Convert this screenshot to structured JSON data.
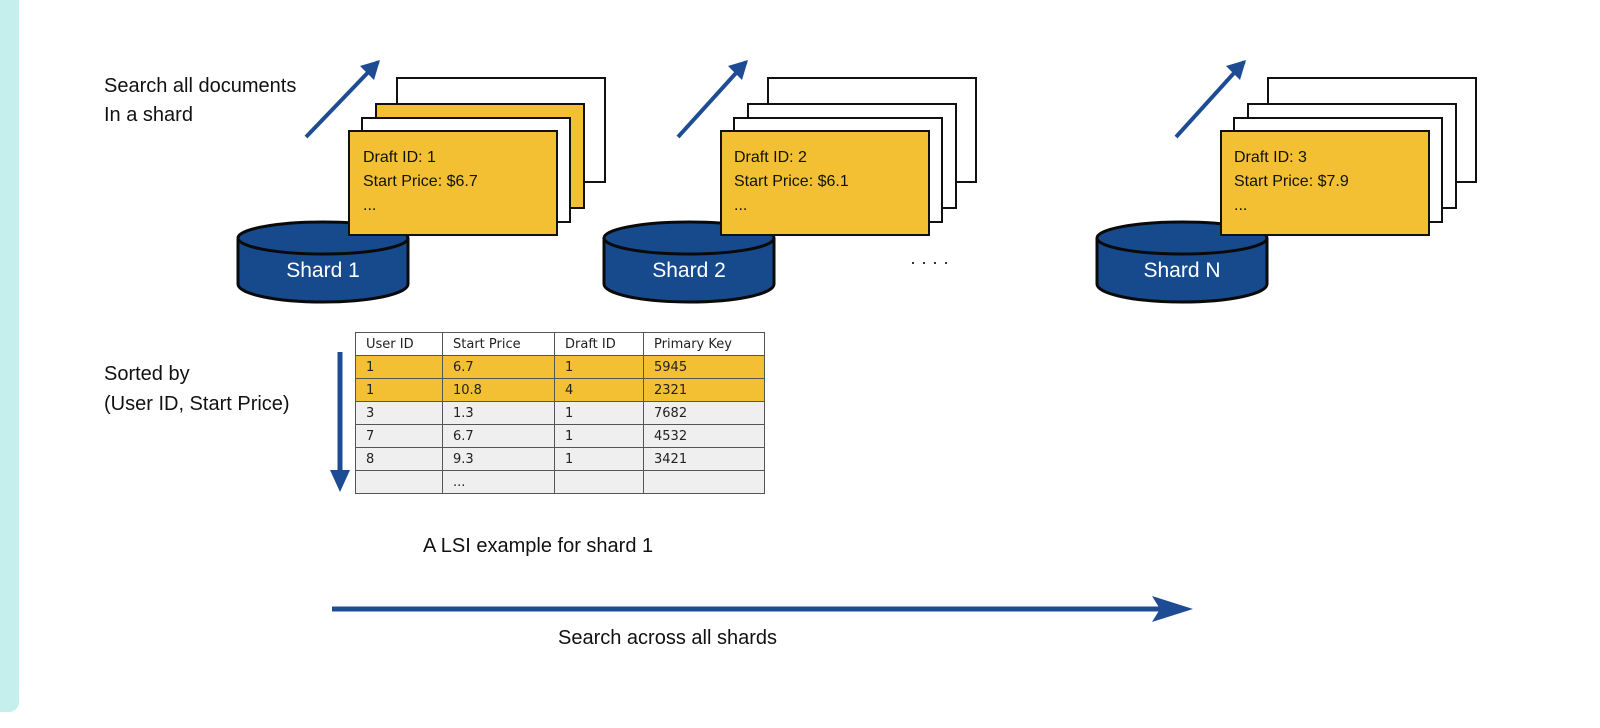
{
  "colors": {
    "accent_bar": "#c4efec",
    "arrow": "#1e4c94",
    "shard_fill": "#174a8c",
    "document_highlight": "#f3c034",
    "row_highlight": "#f3c034",
    "row_plain": "#efefef"
  },
  "labels": {
    "search_in_shard_line1": "Search all documents",
    "search_in_shard_line2": "In a shard",
    "sorted_by_line1": "Sorted by",
    "sorted_by_line2": "(User ID, Start Price)",
    "lsi_caption": "A LSI example for shard 1",
    "search_across": "Search across all shards",
    "ellipsis": "· · · ·"
  },
  "shards": [
    {
      "name": "Shard 1",
      "doc_line1": "Draft ID: 1",
      "doc_line2": "Start Price: $6.7",
      "doc_line3": "..."
    },
    {
      "name": "Shard 2",
      "doc_line1": "Draft ID: 2",
      "doc_line2": "Start Price: $6.1",
      "doc_line3": "..."
    },
    {
      "name": "Shard N",
      "doc_line1": "Draft ID: 3",
      "doc_line2": "Start Price: $7.9",
      "doc_line3": "..."
    }
  ],
  "table": {
    "headers": [
      "User ID",
      "Start Price",
      "Draft ID",
      "Primary Key"
    ],
    "rows": [
      {
        "highlight": true,
        "cells": [
          "1",
          "6.7",
          "1",
          "5945"
        ]
      },
      {
        "highlight": true,
        "cells": [
          "1",
          "10.8",
          "4",
          "2321"
        ]
      },
      {
        "highlight": false,
        "cells": [
          "3",
          "1.3",
          "1",
          "7682"
        ]
      },
      {
        "highlight": false,
        "cells": [
          "7",
          "6.7",
          "1",
          "4532"
        ]
      },
      {
        "highlight": false,
        "cells": [
          "8",
          "9.3",
          "1",
          "3421"
        ]
      },
      {
        "highlight": false,
        "cells": [
          "",
          "...",
          "",
          ""
        ]
      }
    ]
  }
}
